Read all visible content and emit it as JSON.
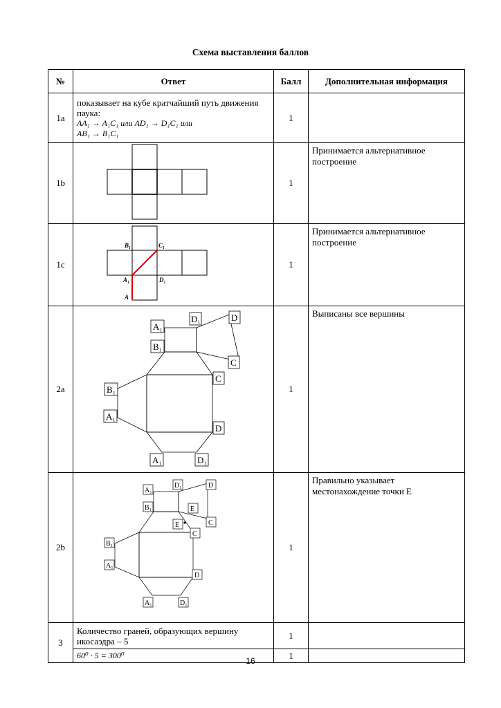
{
  "title": "Схема выставления баллов",
  "headers": {
    "num": "№",
    "answer": "Ответ",
    "score": "Балл",
    "info": "Дополнительная информация"
  },
  "rows": [
    {
      "num": "1a",
      "text": "показывает на кубе кратчайший путь движения паука:",
      "formula_line1": "AA₁ → A₁C₁  или  AD₁ → D₁C₁  или",
      "formula_line2": "AB₁ → B₁C₁",
      "score": "1",
      "info": ""
    },
    {
      "num": "1b",
      "score": "1",
      "info": "Принимается альтернативное построение"
    },
    {
      "num": "1c",
      "score": "1",
      "info": "Принимается альтернативное построение",
      "labels": {
        "b1": "B₁",
        "c1": "C₁",
        "a1": "A₁",
        "d1": "D₁",
        "a": "A"
      }
    },
    {
      "num": "2a",
      "score": "1",
      "info": "Выписаны все вершины",
      "labels": {
        "a1_top": "A₁",
        "d1_top": "D₁",
        "d_top": "D",
        "b1_top": "B₁",
        "c_right1": "C",
        "c_right2": "C",
        "b1_left": "B₁",
        "a1_left": "A₁",
        "d_right": "D",
        "a1_bottom": "A₁",
        "d1_bottom": "D₁"
      }
    },
    {
      "num": "2b",
      "score": "1",
      "info": "Правильно указывает местонахождение точки E",
      "labels": {
        "a1_top": "A₁",
        "d1_top": "D₁",
        "d_top": "D",
        "b1_top": "B₁",
        "e_right": "E",
        "c_right1": "C",
        "e_left": "E",
        "c_right2": "C",
        "b1_left": "B₁",
        "a1_left": "A₁",
        "d_right": "D",
        "a1_bottom": "A₁",
        "d1_bottom": "D₁"
      }
    },
    {
      "num": "3",
      "text": "Количество граней, образующих вершину икосаэдра – 5",
      "score": "1",
      "info": ""
    },
    {
      "text": "60⁰ · 5 = 300⁰",
      "score": "1",
      "info": ""
    }
  ],
  "page_number": "16"
}
